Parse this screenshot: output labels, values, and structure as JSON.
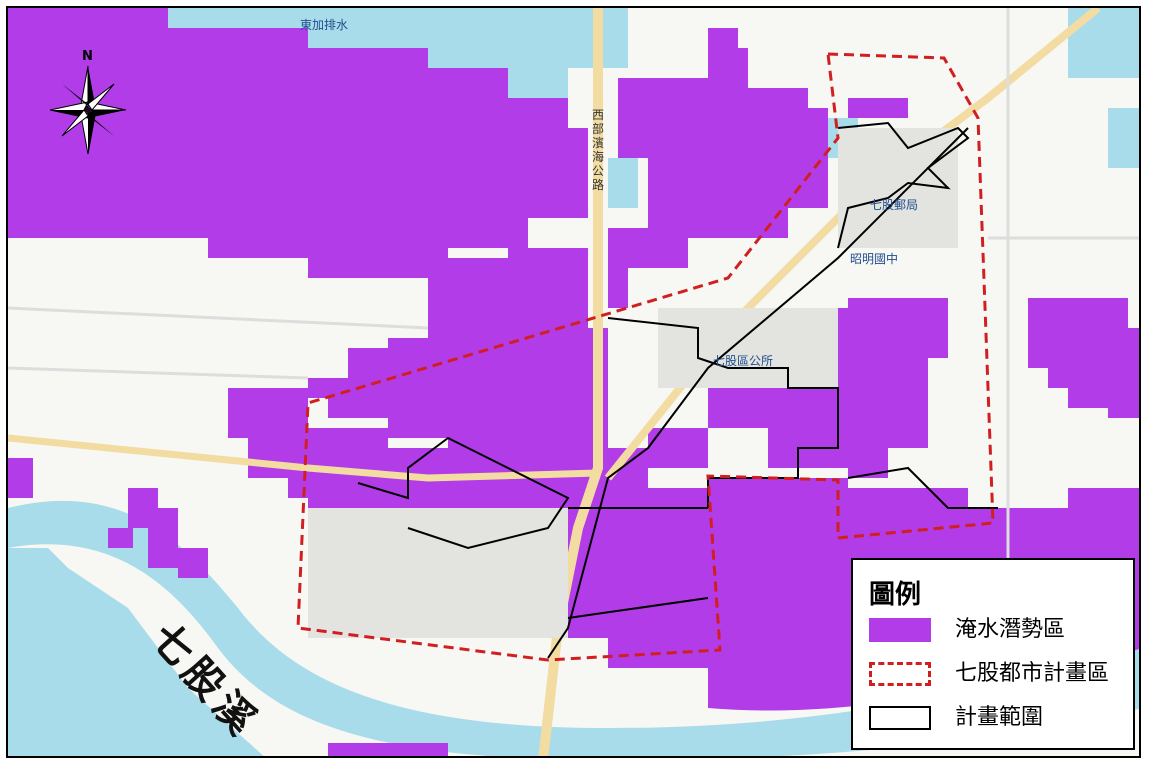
{
  "colors": {
    "flood": "#b23ce8",
    "water": "#a8dcea",
    "road_main": "#f3dca2",
    "urban_boundary": "#d11f1f",
    "plan_outline": "#000000",
    "background": "#f7f7f4"
  },
  "map_labels": {
    "north": "N",
    "river": "七股溪",
    "drainage": "東加排水",
    "highway": "西部濱海公路",
    "post_office": "七股郵局",
    "school": "昭明國中",
    "township_office": "七股區公所"
  },
  "legend": {
    "title": "圖例",
    "items": [
      {
        "label": "淹水潛勢區",
        "icon": "flood-swatch"
      },
      {
        "label": "七股都市計畫區",
        "icon": "urban-plan-dashed-swatch"
      },
      {
        "label": "計畫範圍",
        "icon": "plan-area-outline-swatch"
      }
    ]
  },
  "icons": {
    "compass": "compass-rose-icon"
  }
}
